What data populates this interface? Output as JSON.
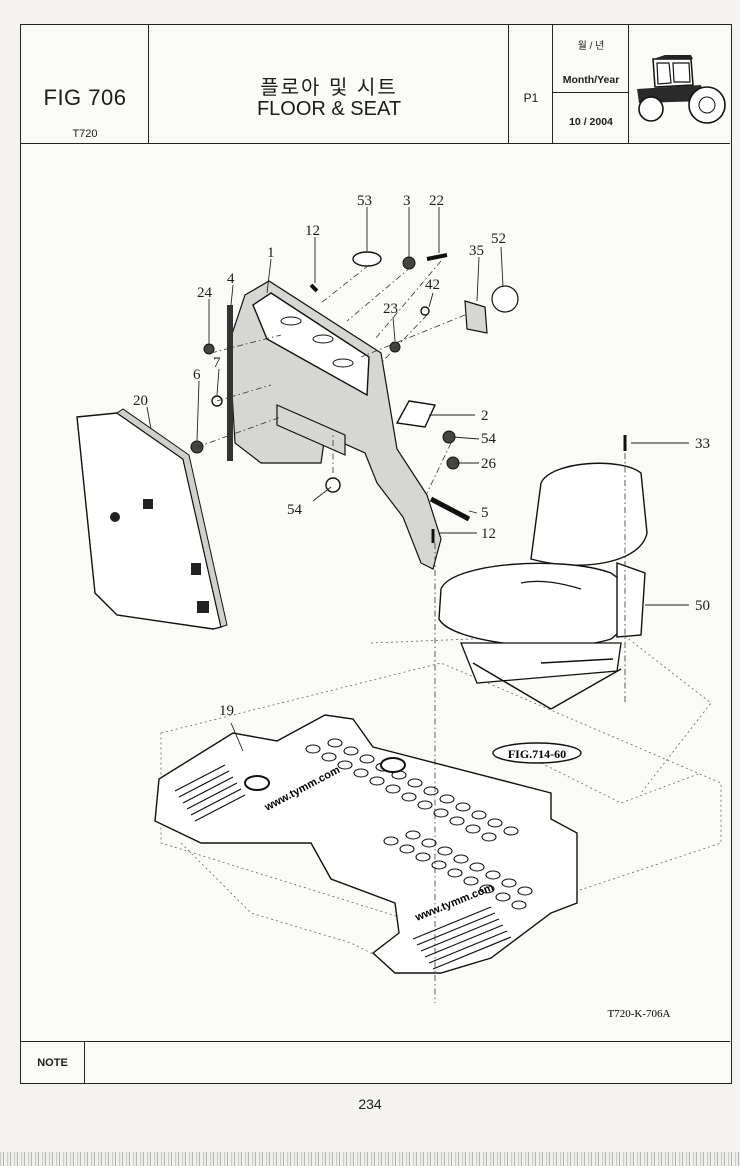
{
  "header": {
    "fig_label": "FIG 706",
    "model": "T720",
    "title_ko": "플로아 및 시트",
    "title_en": "FLOOR & SEAT",
    "page_code": "P1",
    "month_year_ko": "월 / 년",
    "month_year_en": "Month/Year",
    "date": "10 / 2004"
  },
  "callouts": [
    "53",
    "3",
    "22",
    "12",
    "1",
    "35",
    "52",
    "4",
    "42",
    "24",
    "23",
    "7",
    "6",
    "20",
    "2",
    "54",
    "33",
    "26",
    "54",
    "5",
    "12",
    "50",
    "19"
  ],
  "ref_figure": "FIG.714-60",
  "floor_mat_text": [
    "www.tymm.com",
    "www.tymm.com"
  ],
  "drawing_code": "T720-K-706A",
  "note_label": "NOTE",
  "page_number": "234"
}
